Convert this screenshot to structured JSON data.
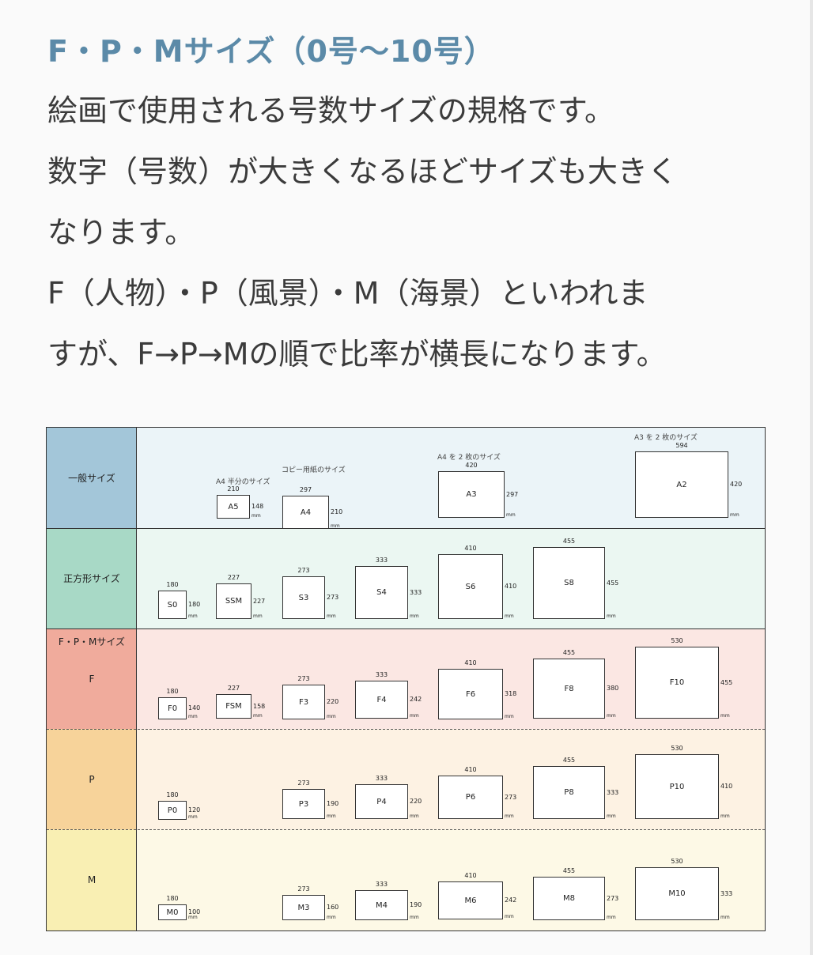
{
  "heading": "F・P・Mサイズ（0号〜10号）",
  "paragraph": [
    "絵画で使用される号数サイズの規格です。",
    "数字（号数）が大きくなるほどサイズも大きく",
    "なります。",
    "F（人物）・P（風景）・M（海景）といわれま",
    "すが、F→P→Mの順で比率が横長になります。"
  ],
  "chart": {
    "unit": "mm",
    "rows": {
      "general": {
        "label": "一般サイズ",
        "color": "#a3c6d9",
        "bg": "#ebf4f8"
      },
      "square": {
        "label": "正方形サイズ",
        "color": "#a8d9c6",
        "bg": "#ebf7f2"
      },
      "fpm_header": "F・P・Mサイズ",
      "F": {
        "label": "F",
        "color": "#f0ab9c",
        "bg": "#fbe7e3"
      },
      "P": {
        "label": "P",
        "color": "#f7d39a",
        "bg": "#fdf2e3"
      },
      "M": {
        "label": "M",
        "color": "#f9efb3",
        "bg": "#fdf9e6"
      }
    },
    "captions": {
      "a5": "A4 半分のサイズ",
      "a4": "コピー用紙のサイズ",
      "a3": "A4 を 2 枚のサイズ",
      "a2": "A3 を 2 枚のサイズ"
    },
    "sizes": {
      "A5": {
        "name": "A5",
        "w": "210",
        "h": "148"
      },
      "A4": {
        "name": "A4",
        "w": "297",
        "h": "210"
      },
      "A3": {
        "name": "A3",
        "w": "420",
        "h": "297"
      },
      "A2": {
        "name": "A2",
        "w": "594",
        "h": "420"
      },
      "S0": {
        "name": "S0",
        "w": "180",
        "h": "180"
      },
      "SSM": {
        "name": "SSM",
        "w": "227",
        "h": "227"
      },
      "S3": {
        "name": "S3",
        "w": "273",
        "h": "273"
      },
      "S4": {
        "name": "S4",
        "w": "333",
        "h": "333"
      },
      "S6": {
        "name": "S6",
        "w": "410",
        "h": "410"
      },
      "S8": {
        "name": "S8",
        "w": "455",
        "h": "455"
      },
      "F0": {
        "name": "F0",
        "w": "180",
        "h": "140"
      },
      "FSM": {
        "name": "FSM",
        "w": "227",
        "h": "158"
      },
      "F3": {
        "name": "F3",
        "w": "273",
        "h": "220"
      },
      "F4": {
        "name": "F4",
        "w": "333",
        "h": "242"
      },
      "F6": {
        "name": "F6",
        "w": "410",
        "h": "318"
      },
      "F8": {
        "name": "F8",
        "w": "455",
        "h": "380"
      },
      "F10": {
        "name": "F10",
        "w": "530",
        "h": "455"
      },
      "P0": {
        "name": "P0",
        "w": "180",
        "h": "120"
      },
      "P3": {
        "name": "P3",
        "w": "273",
        "h": "190"
      },
      "P4": {
        "name": "P4",
        "w": "333",
        "h": "220"
      },
      "P6": {
        "name": "P6",
        "w": "410",
        "h": "273"
      },
      "P8": {
        "name": "P8",
        "w": "455",
        "h": "333"
      },
      "P10": {
        "name": "P10",
        "w": "530",
        "h": "410"
      },
      "M0": {
        "name": "M0",
        "w": "180",
        "h": "100"
      },
      "M3": {
        "name": "M3",
        "w": "273",
        "h": "160"
      },
      "M4": {
        "name": "M4",
        "w": "333",
        "h": "190"
      },
      "M6": {
        "name": "M6",
        "w": "410",
        "h": "242"
      },
      "M8": {
        "name": "M8",
        "w": "455",
        "h": "273"
      },
      "M10": {
        "name": "M10",
        "w": "530",
        "h": "333"
      }
    }
  }
}
